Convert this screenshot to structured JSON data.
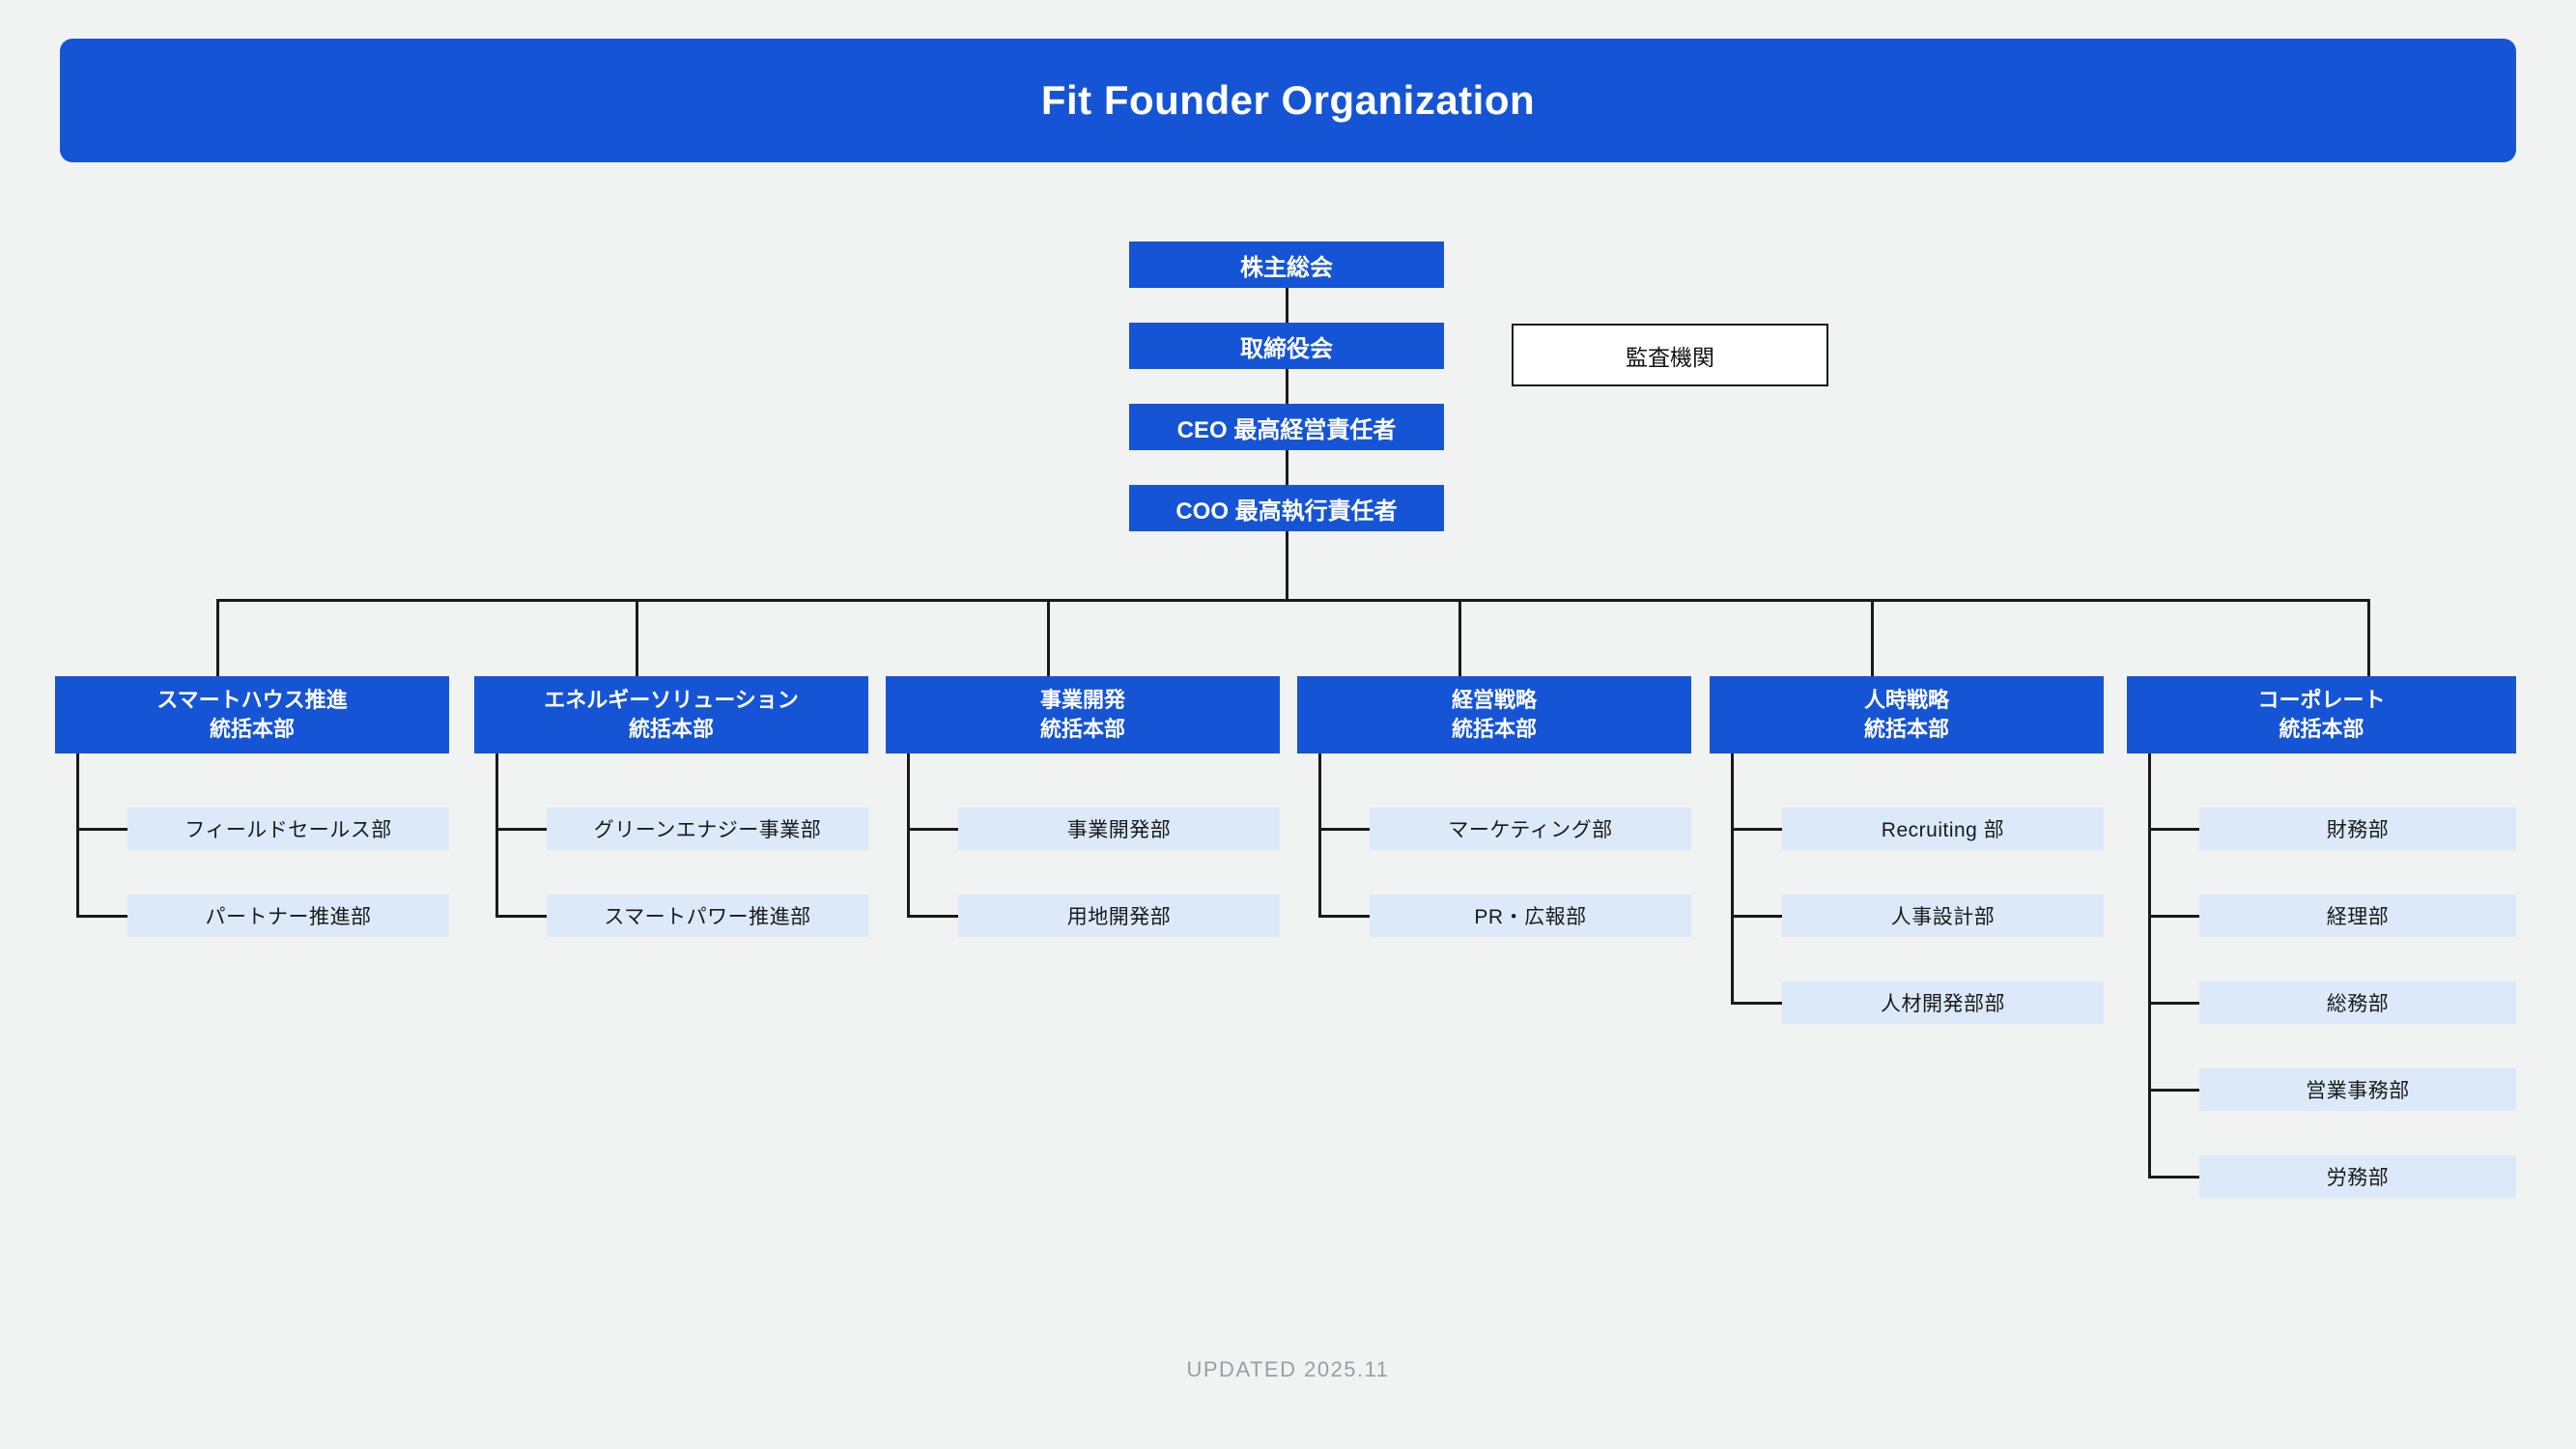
{
  "header": {
    "title": "Fit Founder Organization",
    "background_color": "#1554d4",
    "text_color": "#ffffff"
  },
  "page": {
    "background_color": "#f1f2f2",
    "footer_text": "UPDATED 2025.11",
    "footer_color": "#9b9ea1"
  },
  "colors": {
    "primary_blue": "#1554d4",
    "light_blue": "#dce9f8",
    "line": "#1a1a1a",
    "audit_border": "#1a1a1a",
    "audit_fill": "#ffffff"
  },
  "executive_chain": [
    {
      "label": "株主総会"
    },
    {
      "label": "取締役会"
    },
    {
      "label": "CEO 最高経営責任者"
    },
    {
      "label": "COO 最高執行責任者"
    }
  ],
  "audit": {
    "label": "監査機関"
  },
  "divisions": [
    {
      "line1": "スマートハウス推進",
      "line2": "統括本部",
      "departments": [
        {
          "label": "フィールドセールス部"
        },
        {
          "label": "パートナー推進部"
        }
      ]
    },
    {
      "line1": "エネルギーソリューション",
      "line2": "統括本部",
      "departments": [
        {
          "label": "グリーンエナジー事業部"
        },
        {
          "label": "スマートパワー推進部"
        }
      ]
    },
    {
      "line1": "事業開発",
      "line2": "統括本部",
      "departments": [
        {
          "label": "事業開発部"
        },
        {
          "label": "用地開発部"
        }
      ]
    },
    {
      "line1": "経営戦略",
      "line2": "統括本部",
      "departments": [
        {
          "label": "マーケティング部"
        },
        {
          "label": "PR・広報部"
        }
      ]
    },
    {
      "line1": "人時戦略",
      "line2": "統括本部",
      "departments": [
        {
          "label": "Recruiting 部"
        },
        {
          "label": "人事設計部"
        },
        {
          "label": "人材開発部部"
        }
      ]
    },
    {
      "line1": "コーポレート",
      "line2": "統括本部",
      "departments": [
        {
          "label": "財務部"
        },
        {
          "label": "経理部"
        },
        {
          "label": "総務部"
        },
        {
          "label": "営業事務部"
        },
        {
          "label": "労務部"
        }
      ]
    }
  ]
}
